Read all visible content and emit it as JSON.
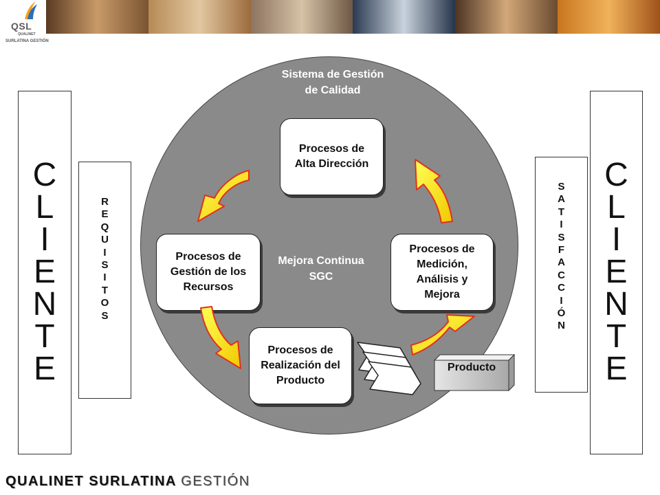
{
  "header": {
    "logo_text": "QSL",
    "logo_sub1": "QUALINET",
    "logo_sub2": "SURLATINA GESTIÓN"
  },
  "footer": {
    "title_bold": "QUALINET SURLATINA",
    "title_light": "GESTIÓN"
  },
  "left": {
    "cliente": [
      "C",
      "L",
      "I",
      "E",
      "N",
      "T",
      "E"
    ],
    "requisitos": [
      "R",
      "E",
      "Q",
      "U",
      "I",
      "S",
      "I",
      "T",
      "O",
      "S"
    ]
  },
  "right": {
    "cliente": [
      "C",
      "L",
      "I",
      "E",
      "N",
      "T",
      "E"
    ],
    "satisfaccion": [
      "S",
      "A",
      "T",
      "I",
      "S",
      "F",
      "A",
      "C",
      "C",
      "I",
      "Ó",
      "N"
    ]
  },
  "center": {
    "sgc_line1": "Sistema de Gestión",
    "sgc_line2": "de Calidad",
    "mejora_line1": "Mejora Continua",
    "mejora_line2": "SGC",
    "producto": "Producto"
  },
  "processes": {
    "alta": [
      "Procesos de",
      "Alta Dirección"
    ],
    "recursos": [
      "Procesos de",
      "Gestión de los",
      "Recursos"
    ],
    "medicion": [
      "Procesos de",
      "Medición,",
      "Análisis y",
      "Mejora"
    ],
    "realizacion": [
      "Procesos de",
      "Realización del",
      "Producto"
    ]
  },
  "colors": {
    "circle": "#8a8a8a",
    "arrow_fill": "#ffff33",
    "arrow_stroke": "#e03020"
  },
  "icons": [
    "curved-arrow-icon",
    "chevron-arrow-icon",
    "product-box-icon"
  ]
}
